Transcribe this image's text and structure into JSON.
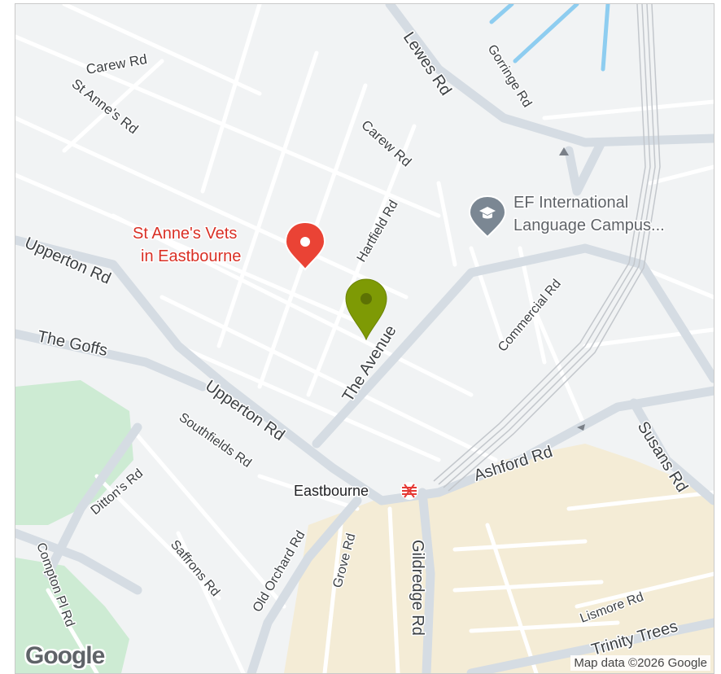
{
  "map": {
    "logo": "Google",
    "attribution": "Map data ©2026 Google",
    "colors": {
      "land": "#f1f3f4",
      "road": "#ffffff",
      "road_major": "#d5dce3",
      "park": "#cdebd3",
      "urban": "#f4ecd6",
      "water": "#8ecdf0",
      "marker": "#7e9a05",
      "poi_red": "#ea4335",
      "poi_grey": "#5f6368"
    },
    "places": [
      {
        "name": "St Anne's Vets in Eastbourne",
        "line1": "St Anne's Vets",
        "line2": "in Eastbourne",
        "color": "#d93025",
        "icon": "map-pin-icon"
      },
      {
        "name": "EF International Language Campus",
        "line1": "EF International",
        "line2": "Language Campus...",
        "color": "#5f6368",
        "icon": "graduation-cap-icon"
      },
      {
        "name": "Eastbourne",
        "line1": "Eastbourne",
        "color": "#202124",
        "icon": "national-rail-icon"
      }
    ],
    "roads": [
      "Carew Rd",
      "St Anne's Rd",
      "Lewes Rd",
      "Gorringe Rd",
      "Carew Rd",
      "Hartfield Rd",
      "Upperton Rd",
      "The Goffs",
      "The Avenue",
      "Commercial Rd",
      "Upperton Rd",
      "Southfields Rd",
      "Ditton's Rd",
      "Saffrons Rd",
      "Old Orchard Rd",
      "Grove Rd",
      "Gildredge Rd",
      "Ashford Rd",
      "Susans Rd",
      "Lismore Rd",
      "Trinity Trees",
      "Compton Pl Rd"
    ]
  }
}
